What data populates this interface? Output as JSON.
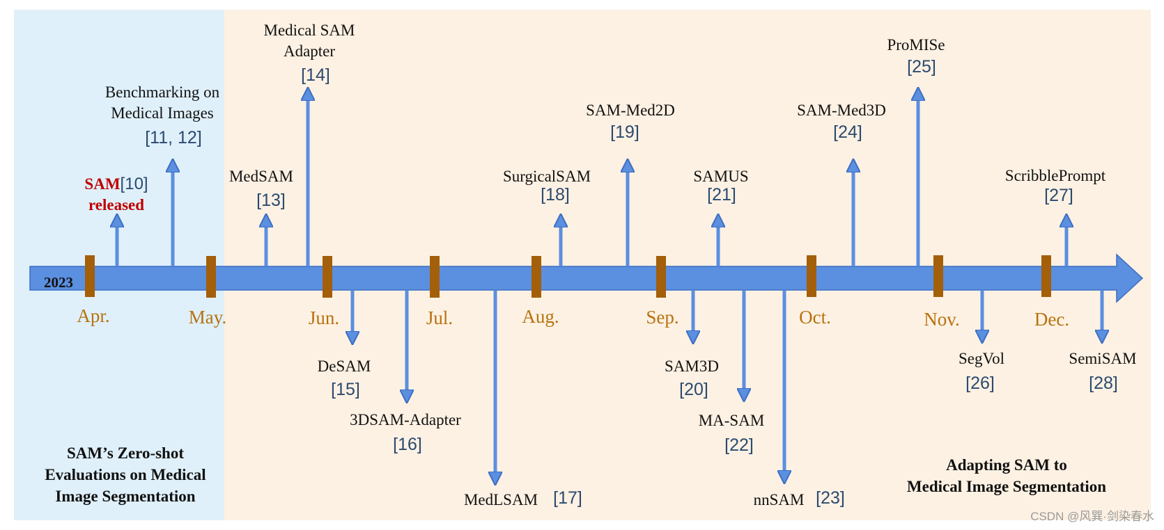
{
  "timeline": {
    "year": "2023",
    "months": [
      "Apr.",
      "May.",
      "Jun.",
      "Jul.",
      "Aug.",
      "Sep.",
      "Oct.",
      "Nov.",
      "Dec."
    ]
  },
  "regions": {
    "left_title": [
      "SAM’s Zero-shot",
      "Evaluations on Medical",
      "Image Segmentation"
    ],
    "right_title": [
      "Adapting SAM to",
      "Medical Image Segmentation"
    ]
  },
  "sam_release": {
    "name": "SAM",
    "ref": "[10]",
    "note": "released"
  },
  "events_up": [
    {
      "id": "benchmarking",
      "lines": [
        "Benchmarking on",
        "Medical Images"
      ],
      "ref": "[11, 12]"
    },
    {
      "id": "medsam",
      "lines": [
        "MedSAM"
      ],
      "ref": "[13]"
    },
    {
      "id": "medical-sam-adapter",
      "lines": [
        "Medical SAM",
        "Adapter"
      ],
      "ref": "[14]"
    },
    {
      "id": "surgicalsam",
      "lines": [
        "SurgicalSAM"
      ],
      "ref": "[18]"
    },
    {
      "id": "sam-med2d",
      "lines": [
        "SAM-Med2D"
      ],
      "ref": "[19]"
    },
    {
      "id": "samus",
      "lines": [
        "SAMUS"
      ],
      "ref": "[21]"
    },
    {
      "id": "sam-med3d",
      "lines": [
        "SAM-Med3D"
      ],
      "ref": "[24]"
    },
    {
      "id": "promise",
      "lines": [
        "ProMISe"
      ],
      "ref": "[25]"
    },
    {
      "id": "scribbleprompt",
      "lines": [
        "ScribblePrompt"
      ],
      "ref": "[27]"
    }
  ],
  "events_down": [
    {
      "id": "desam",
      "lines": [
        "DeSAM"
      ],
      "ref": "[15]"
    },
    {
      "id": "3dsam-adapter",
      "lines": [
        "3DSAM-Adapter"
      ],
      "ref": "[16]"
    },
    {
      "id": "medlsam",
      "name": "MedLSAM",
      "ref": "[17]"
    },
    {
      "id": "sam3d",
      "lines": [
        "SAM3D"
      ],
      "ref": "[20]"
    },
    {
      "id": "ma-sam",
      "lines": [
        "MA-SAM"
      ],
      "ref": "[22]"
    },
    {
      "id": "nnsam",
      "name": "nnSAM",
      "ref": "[23]"
    },
    {
      "id": "segvol",
      "lines": [
        "SegVol"
      ],
      "ref": "[26]"
    },
    {
      "id": "semisam",
      "lines": [
        "SemiSAM"
      ],
      "ref": "[28]"
    }
  ],
  "watermark": "CSDN @风巽·剑染春水",
  "colors": {
    "left_region": "#dff0fa",
    "right_region": "#fdf1e3",
    "arrow": "#5b8fe0",
    "arrow_stroke": "#3e6fc2",
    "tick": "#a35f0a",
    "month_text": "#b7720f",
    "ref_text": "#2b4a6f",
    "sam_red": "#c00000",
    "text": "#111111"
  }
}
